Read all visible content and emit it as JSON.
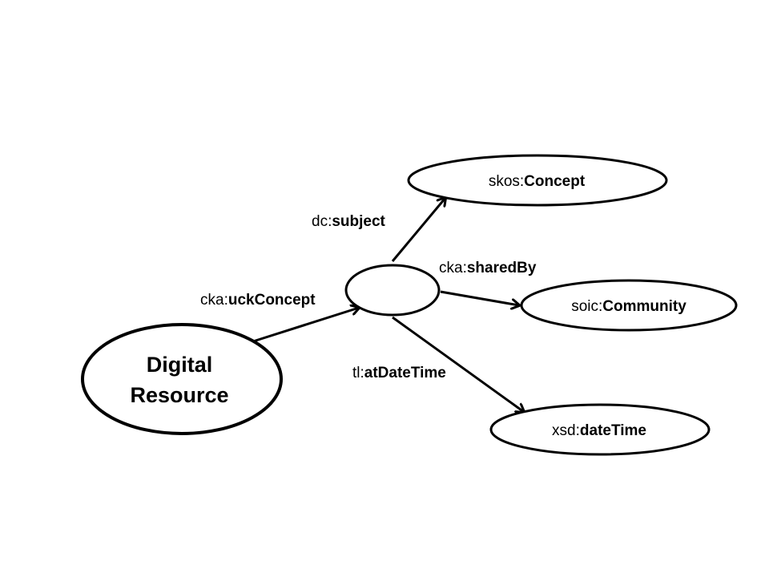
{
  "diagram": {
    "nodes": {
      "digital_resource": {
        "line1": "Digital",
        "line2": "Resource"
      },
      "blank_node": {
        "label": ""
      },
      "skos_concept": {
        "prefix": "skos:",
        "name": "Concept"
      },
      "soic_community": {
        "prefix": "soic:",
        "name": "Community"
      },
      "xsd_datetime": {
        "prefix": "xsd:",
        "name": "dateTime"
      }
    },
    "edges": {
      "uck_concept": {
        "prefix": "cka:",
        "name": "uckConcept"
      },
      "subject": {
        "prefix": "dc:",
        "name": "subject"
      },
      "shared_by": {
        "prefix": "cka:",
        "name": "sharedBy"
      },
      "at_date_time": {
        "prefix": "tl:",
        "name": "atDateTime"
      }
    }
  }
}
